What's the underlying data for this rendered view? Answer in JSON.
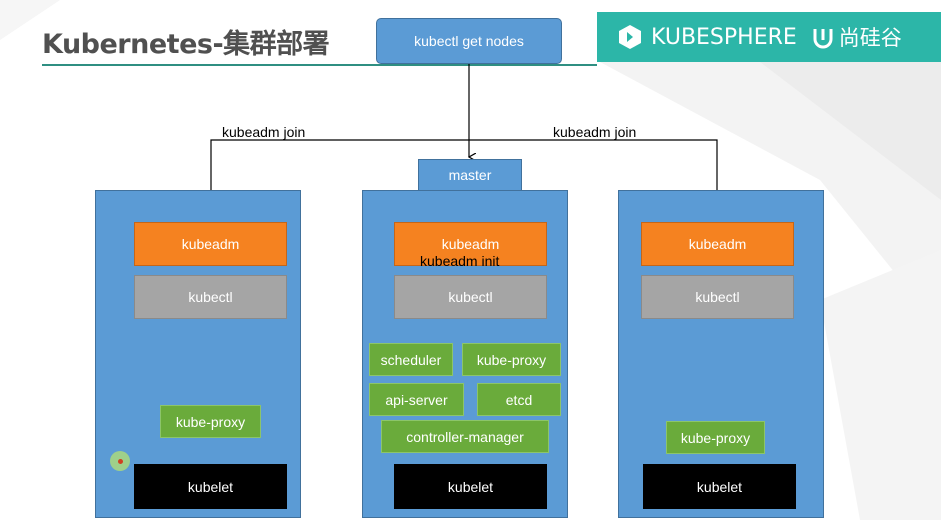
{
  "title": "Kubernetes-集群部署",
  "brand": {
    "name": "KUBESPHERE",
    "partner": "尚硅谷"
  },
  "command": "kubectl get nodes",
  "join_labels": {
    "left": "kubeadm join",
    "right": "kubeadm join"
  },
  "master_tab": "master",
  "init_label": "kubeadm init",
  "left_node": {
    "kubeadm": "kubeadm",
    "kubectl": "kubectl",
    "proxy": "kube-proxy",
    "kubelet": "kubelet"
  },
  "master_node": {
    "kubeadm": "kubeadm",
    "kubectl": "kubectl",
    "scheduler": "scheduler",
    "proxy": "kube-proxy",
    "api_server": "api-server",
    "etcd": "etcd",
    "controller_manager": "controller-manager",
    "kubelet": "kubelet"
  },
  "right_node": {
    "kubeadm": "kubeadm",
    "kubectl": "kubectl",
    "proxy": "kube-proxy",
    "kubelet": "kubelet"
  },
  "colors": {
    "node": "#5b9bd5",
    "kubeadm": "#f58220",
    "kubectl": "#a5a5a5",
    "component": "#6aab3b",
    "kubelet": "#000000",
    "brand": "#2cb6a8"
  }
}
